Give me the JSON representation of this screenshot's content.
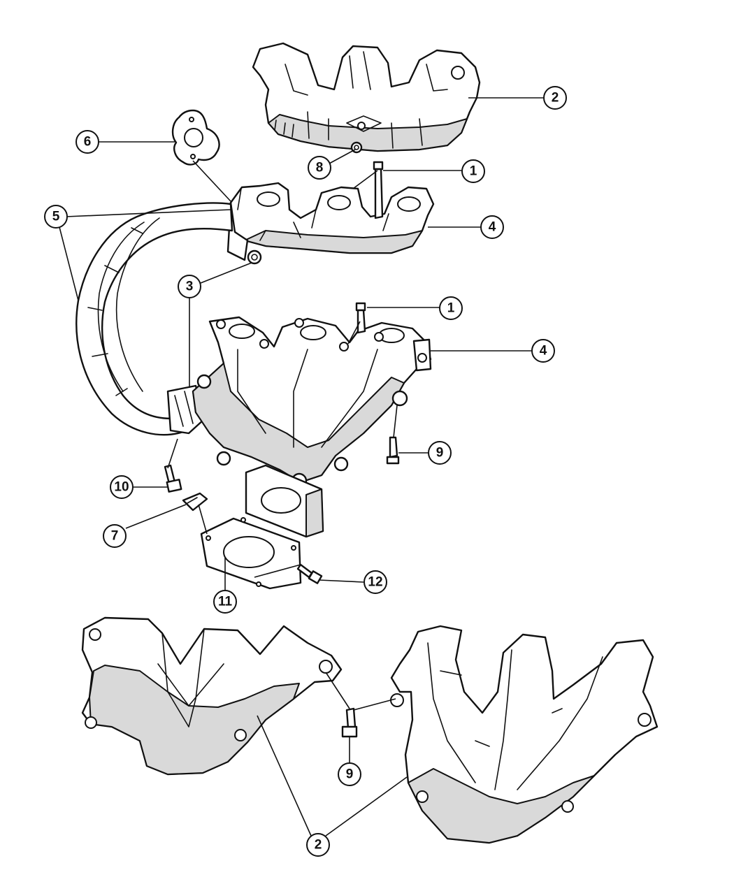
{
  "callouts": [
    {
      "id": "c1a",
      "label": "1"
    },
    {
      "id": "c1b",
      "label": "1"
    },
    {
      "id": "c2a",
      "label": "2"
    },
    {
      "id": "c2b",
      "label": "2"
    },
    {
      "id": "c3",
      "label": "3"
    },
    {
      "id": "c4a",
      "label": "4"
    },
    {
      "id": "c4b",
      "label": "4"
    },
    {
      "id": "c5",
      "label": "5"
    },
    {
      "id": "c6",
      "label": "6"
    },
    {
      "id": "c7",
      "label": "7"
    },
    {
      "id": "c8",
      "label": "8"
    },
    {
      "id": "c9a",
      "label": "9"
    },
    {
      "id": "c9b",
      "label": "9"
    },
    {
      "id": "c10",
      "label": "10"
    },
    {
      "id": "c11",
      "label": "11"
    },
    {
      "id": "c12",
      "label": "12"
    }
  ]
}
